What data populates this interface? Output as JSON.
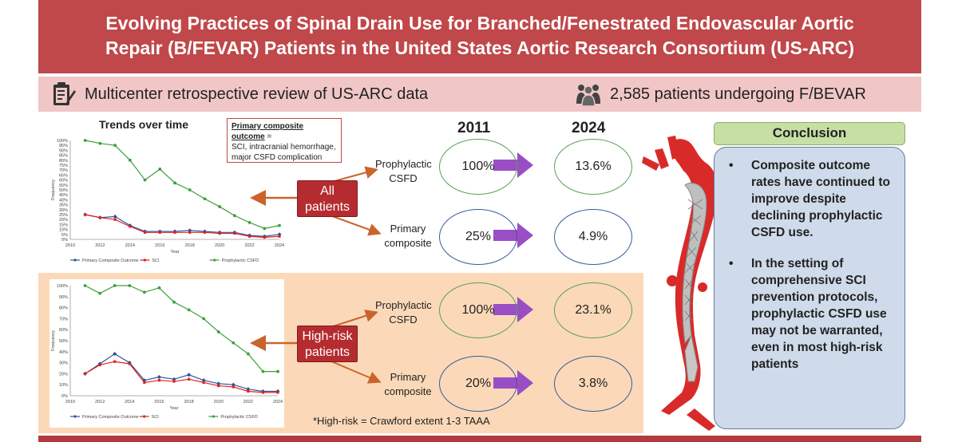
{
  "header": {
    "title_line1": "Evolving Practices of Spinal Drain Use for Branched/Fenestrated Endovascular Aortic",
    "title_line2": "Repair (B/FEVAR) Patients in the United States Aortic Research Consortium (US-ARC)"
  },
  "subheader": {
    "left_text": "Multicenter retrospective review of US-ARC data",
    "left_icon": "clipboard-icon",
    "right_text": "2,585 patients undergoing F/BEVAR",
    "right_icon": "people-group-icon"
  },
  "trend_title": "Trends over time",
  "outcome_box": {
    "heading": "Primary composite outcome",
    "suffix": " =",
    "body": "SCI, intracranial hemorrhage, major CSFD complication"
  },
  "years": {
    "start": "2011",
    "end": "2024"
  },
  "groups": {
    "all": {
      "label_line1": "All",
      "label_line2": "patients",
      "rows": [
        {
          "label_line1": "Prophylactic",
          "label_line2": "CSFD",
          "start": "100%",
          "end": "13.6%"
        },
        {
          "label_line1": "Primary",
          "label_line2": "composite",
          "start": "25%",
          "end": "4.9%"
        }
      ]
    },
    "high_risk": {
      "label_line1": "High-risk",
      "label_line2": "patients",
      "rows": [
        {
          "label_line1": "Prophylactic",
          "label_line2": "CSFD",
          "start": "100%",
          "end": "23.1%"
        },
        {
          "label_line1": "Primary",
          "label_line2": "composite",
          "start": "20%",
          "end": "3.8%"
        }
      ]
    }
  },
  "footnote": "*High-risk = Crawford extent 1-3 TAAA",
  "conclusion": {
    "heading": "Conclusion",
    "bullets": [
      "Composite outcome rates have continued to improve despite declining prophylactic CSFD use.",
      "In the setting of comprehensive SCI prevention protocols, prophylactic CSFD use may not be warranted, even in most high-risk patients"
    ]
  },
  "colors": {
    "title_bg": "#c0484a",
    "subheader_bg": "#f1c6c7",
    "high_risk_bg": "#fbd9b8",
    "button_red": "#b52c30",
    "arrow_orange": "#c9652c",
    "arrow_purple": "#9a4ec4",
    "conclusion_head": "#c6dfa4",
    "conclusion_body": "#cfdaea",
    "series_composite": "#2f5597",
    "series_sci": "#e02020",
    "series_csfd": "#3aa03a"
  },
  "chart_data": [
    {
      "type": "line",
      "x": [
        2011,
        2012,
        2013,
        2014,
        2015,
        2016,
        2017,
        2018,
        2019,
        2020,
        2021,
        2022,
        2023,
        2024
      ],
      "xlim": [
        2010,
        2024
      ],
      "ylim": [
        0,
        100
      ],
      "xticks": [
        "2010",
        "2012",
        "2014",
        "2016",
        "2018",
        "2020",
        "2022",
        "2024"
      ],
      "yticks": [
        "0%",
        "5%",
        "10%",
        "15%",
        "20%",
        "25%",
        "30%",
        "35%",
        "40%",
        "45%",
        "50%",
        "55%",
        "60%",
        "65%",
        "70%",
        "75%",
        "80%",
        "85%",
        "90%",
        "95%",
        "100%"
      ],
      "ylabel": "Frequency",
      "xlabel": "Year",
      "series": [
        {
          "name": "Primary Composite Outcome",
          "values": [
            25,
            22,
            23,
            14,
            8,
            8,
            8,
            9,
            8,
            7,
            7,
            4,
            3,
            5
          ]
        },
        {
          "name": "SCI",
          "values": [
            25,
            22,
            20,
            13,
            7,
            7,
            7,
            7,
            7,
            6,
            6,
            3,
            2,
            3
          ]
        },
        {
          "name": "Prophylactic CSFD",
          "values": [
            100,
            97,
            95,
            80,
            60,
            71,
            57,
            50,
            41,
            33,
            24,
            17,
            11,
            14
          ]
        }
      ]
    },
    {
      "type": "line",
      "x": [
        2011,
        2012,
        2013,
        2014,
        2015,
        2016,
        2017,
        2018,
        2019,
        2020,
        2021,
        2022,
        2023,
        2024
      ],
      "xlim": [
        2010,
        2024
      ],
      "ylim": [
        0,
        100
      ],
      "xticks": [
        "2010",
        "2012",
        "2014",
        "2016",
        "2018",
        "2020",
        "2022",
        "2024"
      ],
      "yticks": [
        "0%",
        "10%",
        "20%",
        "30%",
        "40%",
        "50%",
        "60%",
        "70%",
        "80%",
        "90%",
        "100%"
      ],
      "ylabel": "Frequency",
      "xlabel": "Year",
      "series": [
        {
          "name": "Primary Composite Outcome",
          "values": [
            20,
            29,
            38,
            30,
            14,
            17,
            15,
            19,
            14,
            11,
            10,
            6,
            4,
            4
          ]
        },
        {
          "name": "SCI",
          "values": [
            20,
            28,
            31,
            29,
            12,
            14,
            13,
            15,
            12,
            9,
            8,
            4,
            3,
            3
          ]
        },
        {
          "name": "Prophylactic CSFD",
          "values": [
            100,
            93,
            100,
            100,
            94,
            98,
            85,
            78,
            70,
            58,
            48,
            38,
            22,
            22
          ]
        }
      ]
    }
  ]
}
